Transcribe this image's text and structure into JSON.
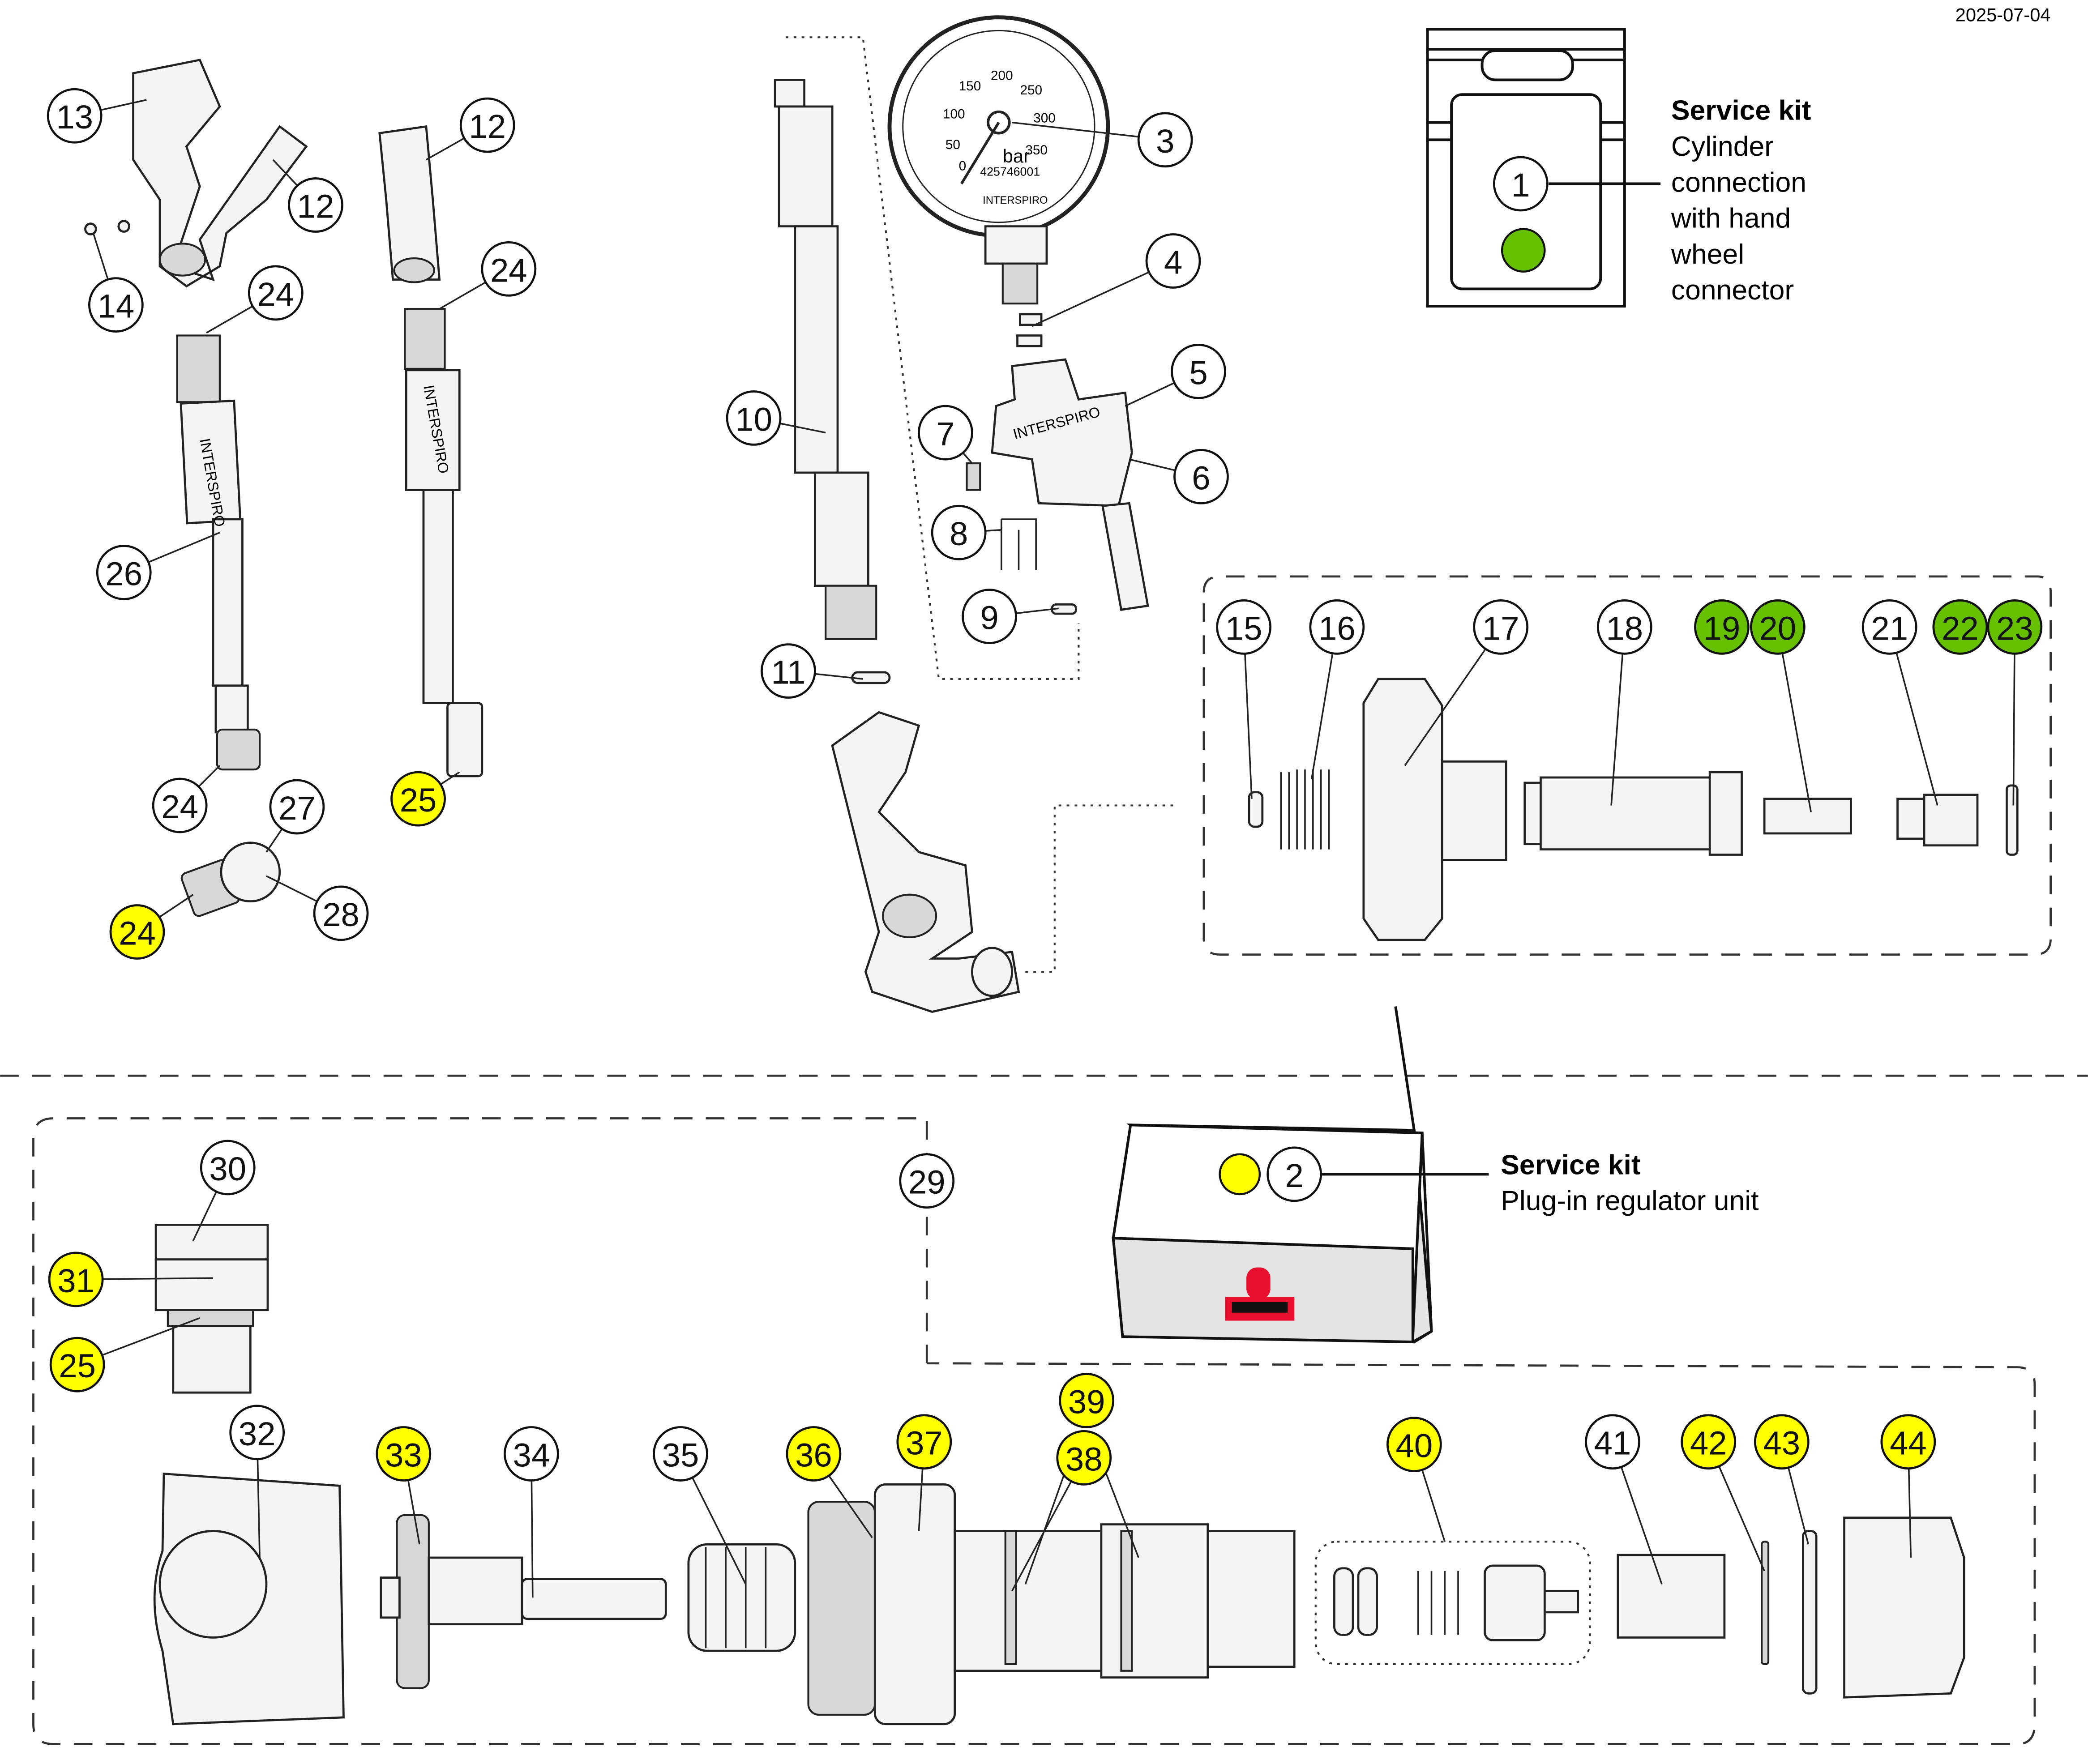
{
  "date": "2025-07-04",
  "colors": {
    "green": "#66bf00",
    "yellow": "#ffff00",
    "white": "#ffffff",
    "logo_red": "#e8102e"
  },
  "service_kits": [
    {
      "marker": "green",
      "number": "1",
      "title": "Service kit",
      "lines": [
        "Cylinder",
        "connection",
        "with hand",
        "wheel",
        "connector"
      ]
    },
    {
      "marker": "yellow",
      "number": "2",
      "title": "Service kit",
      "lines": [
        "Plug-in regulator unit"
      ]
    }
  ],
  "gauge": {
    "scale_unit": "bar",
    "ticks": [
      "0",
      "50",
      "100",
      "150",
      "200",
      "250",
      "300",
      "350"
    ],
    "serial": "425746001",
    "brand": "INTERSPIRO"
  },
  "brand_labels": [
    "INTERSPIRO",
    "INTERSPIRO",
    "INTERSPIRO"
  ],
  "callouts": [
    {
      "n": "13",
      "fill": "white"
    },
    {
      "n": "12",
      "fill": "white"
    },
    {
      "n": "12",
      "fill": "white"
    },
    {
      "n": "14",
      "fill": "white"
    },
    {
      "n": "24",
      "fill": "white"
    },
    {
      "n": "24",
      "fill": "white"
    },
    {
      "n": "3",
      "fill": "white"
    },
    {
      "n": "4",
      "fill": "white"
    },
    {
      "n": "5",
      "fill": "white"
    },
    {
      "n": "6",
      "fill": "white"
    },
    {
      "n": "7",
      "fill": "white"
    },
    {
      "n": "8",
      "fill": "white"
    },
    {
      "n": "9",
      "fill": "white"
    },
    {
      "n": "10",
      "fill": "white"
    },
    {
      "n": "11",
      "fill": "white"
    },
    {
      "n": "26",
      "fill": "white"
    },
    {
      "n": "24",
      "fill": "white"
    },
    {
      "n": "27",
      "fill": "white"
    },
    {
      "n": "25",
      "fill": "yellow"
    },
    {
      "n": "28",
      "fill": "white"
    },
    {
      "n": "24",
      "fill": "yellow"
    },
    {
      "n": "15",
      "fill": "white"
    },
    {
      "n": "16",
      "fill": "white"
    },
    {
      "n": "17",
      "fill": "white"
    },
    {
      "n": "18",
      "fill": "white"
    },
    {
      "n": "19",
      "fill": "green"
    },
    {
      "n": "20",
      "fill": "green"
    },
    {
      "n": "21",
      "fill": "white"
    },
    {
      "n": "22",
      "fill": "green"
    },
    {
      "n": "23",
      "fill": "green"
    },
    {
      "n": "30",
      "fill": "white"
    },
    {
      "n": "31",
      "fill": "yellow"
    },
    {
      "n": "25",
      "fill": "yellow"
    },
    {
      "n": "29",
      "fill": "white"
    },
    {
      "n": "32",
      "fill": "white"
    },
    {
      "n": "33",
      "fill": "yellow"
    },
    {
      "n": "34",
      "fill": "white"
    },
    {
      "n": "35",
      "fill": "white"
    },
    {
      "n": "36",
      "fill": "yellow"
    },
    {
      "n": "37",
      "fill": "yellow"
    },
    {
      "n": "39",
      "fill": "yellow"
    },
    {
      "n": "38",
      "fill": "yellow"
    },
    {
      "n": "40",
      "fill": "yellow"
    },
    {
      "n": "41",
      "fill": "white"
    },
    {
      "n": "42",
      "fill": "yellow"
    },
    {
      "n": "43",
      "fill": "yellow"
    },
    {
      "n": "44",
      "fill": "yellow"
    }
  ]
}
